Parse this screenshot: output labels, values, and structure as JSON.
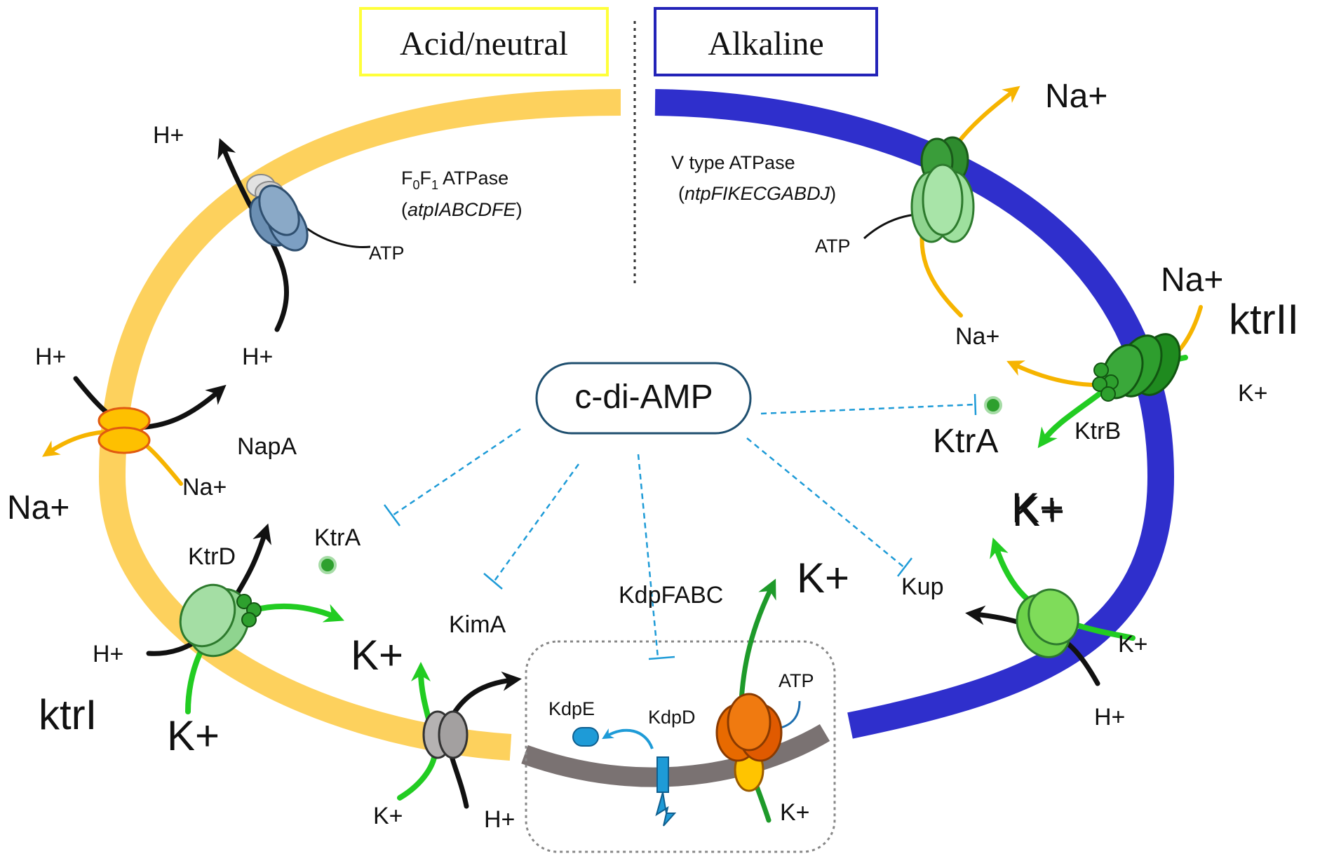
{
  "headers": {
    "acid": "Acid/neutral",
    "alkaline": "Alkaline"
  },
  "hub": {
    "label": "c-di-AMP"
  },
  "f0f1": {
    "name_prefix": "F",
    "sub0": "0",
    "name_mid": "F",
    "sub1": "1",
    "name_suffix": " ATPase",
    "genes_open": "(",
    "genes": "atpIABCDFE",
    "genes_close": ")",
    "proton_out": "H+",
    "atp": "ATP",
    "proton_in": "H+"
  },
  "vtype": {
    "name": "V type ATPase",
    "genes_open": "(",
    "genes": "ntpFIKECGABDJ",
    "genes_close": ")",
    "sodium_out": "Na+",
    "atp": "ATP"
  },
  "napa": {
    "name": "NapA",
    "proton_in_left": "H+",
    "sodium_out": "Na+",
    "sodium_in": "Na+"
  },
  "ktr1": {
    "system": "ktrI",
    "ktrD": "KtrD",
    "ktrA": "KtrA",
    "proton": "H+",
    "potassium_out": "K+",
    "potassium_in": "K+"
  },
  "ktr2": {
    "system": "ktrII",
    "sodium_out": "Na+",
    "sodium_in": "Na+",
    "potassium_out": "K+",
    "ktrA": "KtrA",
    "ktrB": "KtrB",
    "potassium_in": "K+"
  },
  "kima": {
    "name": "KimA",
    "potassium_out": "K+",
    "potassium_in": "K+",
    "proton": "H+"
  },
  "kdp": {
    "complex": "KdpFABC",
    "potassium_in": "K+",
    "potassium_out": "K+",
    "atp": "ATP",
    "kdpE": "KdpE",
    "kdpD": "KdpD"
  },
  "kup": {
    "name": "Kup",
    "potassium_out": "K+",
    "potassium_in": "K+",
    "proton": "H+"
  },
  "colors": {
    "acid_membrane": "#fdd15d",
    "alkaline_membrane": "#2f2fcc",
    "inner_membrane": "#7a7272",
    "acid_header_border": "#ffff3a",
    "alkaline_header_border": "#2323b8",
    "inhibition": "#1e9bd7",
    "potassium_flux": "#22cc22",
    "sodium_flux": "#f6b400"
  }
}
